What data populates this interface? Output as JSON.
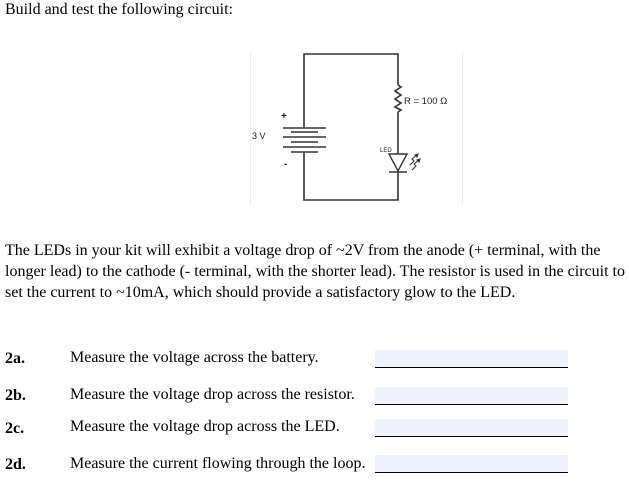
{
  "heading": "Build and test the following circuit:",
  "diagram": {
    "battery_label": "3 V",
    "plus_sign": "+",
    "minus_sign": "-",
    "resistor_label": "R = 100 Ω",
    "led_label": "LED"
  },
  "paragraph": "The LEDs in your kit will exhibit a voltage drop of ~2V from the anode (+ terminal, with the longer lead) to the cathode (- terminal, with the shorter lead). The resistor is used in the circuit to set the current to ~10mA, which should provide a satisfactory glow to the LED.",
  "questions": [
    {
      "label": "2a.",
      "text": "Measure the voltage across the battery.",
      "value": ""
    },
    {
      "label": "2b.",
      "text": "Measure the voltage drop across the resistor.",
      "value": ""
    },
    {
      "label": "2c.",
      "text": "Measure the voltage drop across the LED.",
      "value": ""
    },
    {
      "label": "2d.",
      "text": "Measure the current flowing through the loop.",
      "value": ""
    }
  ],
  "colors": {
    "field_background": "#eef1fe",
    "wire": "#333333"
  }
}
